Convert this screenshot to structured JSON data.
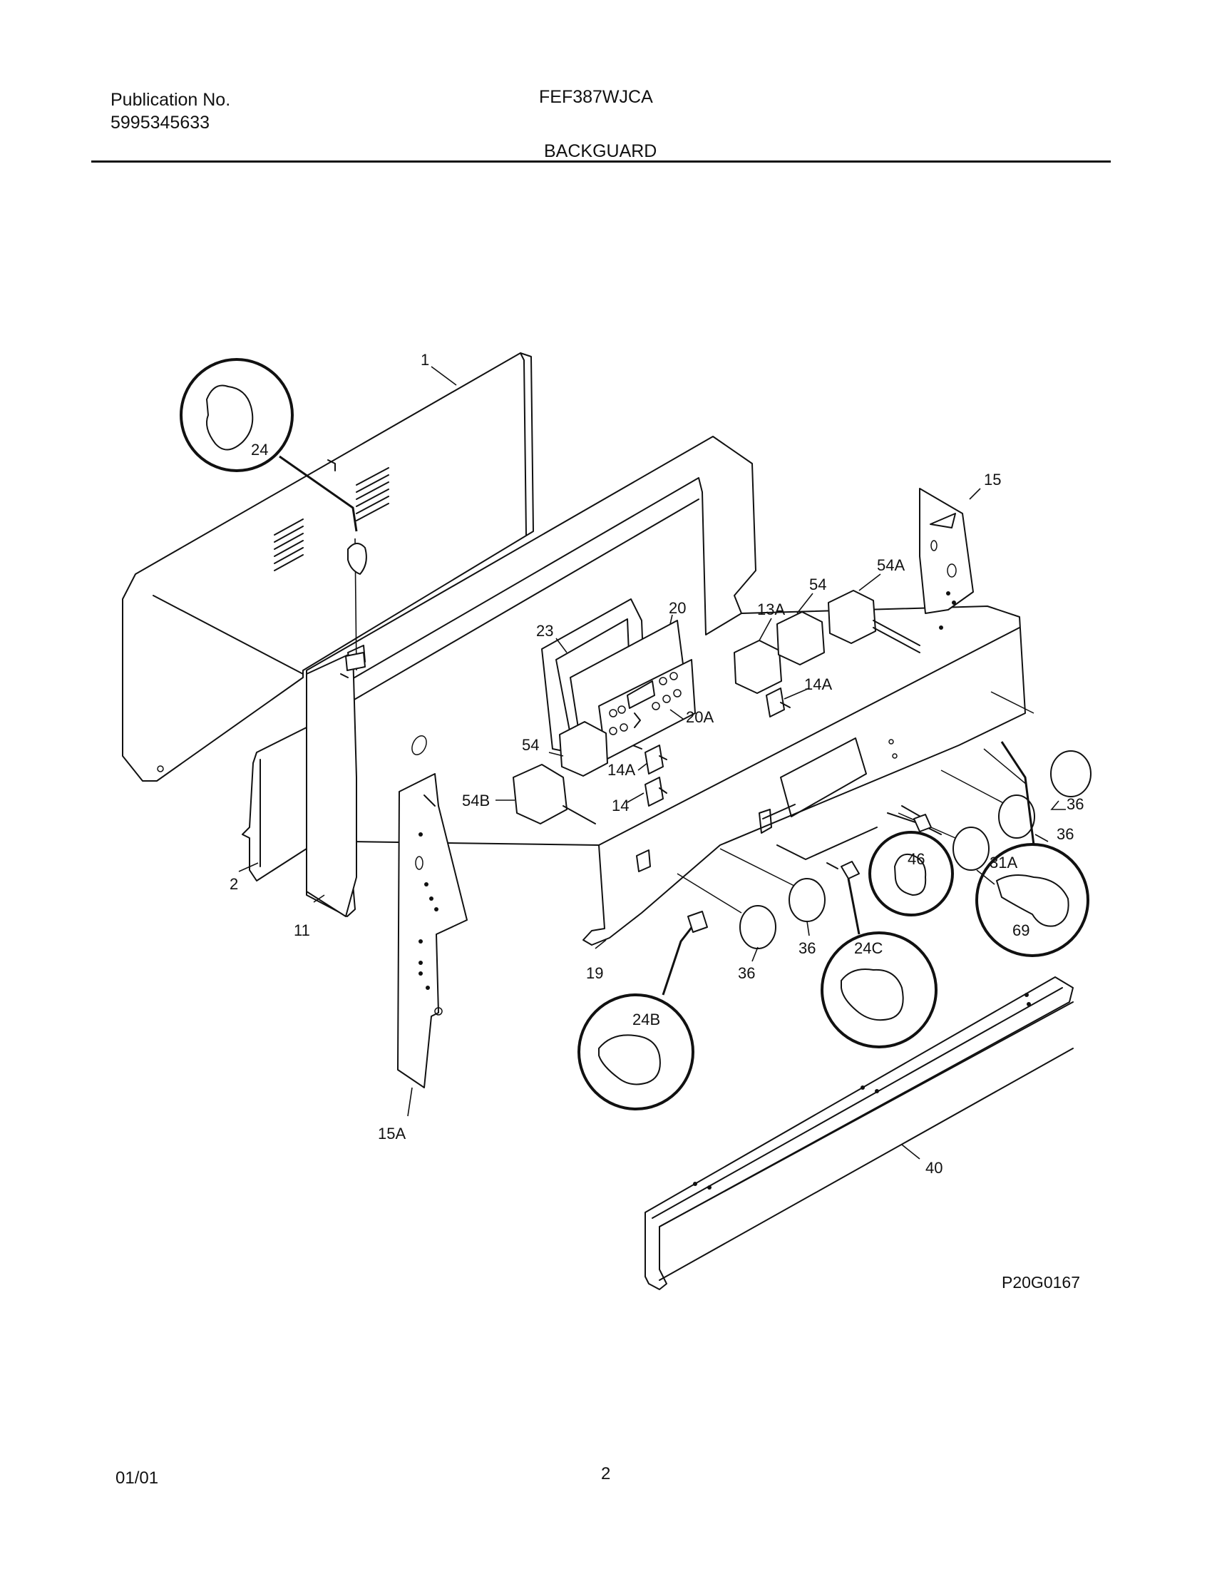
{
  "header": {
    "publication_label": "Publication No.",
    "publication_number": "5995345633",
    "model": "FEF387WJCA",
    "section_title": "BACKGUARD"
  },
  "diagram": {
    "figure_id": "P20G0167",
    "callouts": {
      "c1": "1",
      "c24": "24",
      "c15": "15",
      "c54A": "54A",
      "c54_top": "54",
      "c13A": "13A",
      "c20": "20",
      "c23": "23",
      "c14A_right": "14A",
      "c20A": "20A",
      "c54_mid": "54",
      "c14A_mid": "14A",
      "c54B": "54B",
      "c14": "14",
      "c36_a": "36",
      "c36_b": "36",
      "c31A": "31A",
      "c46": "46",
      "c69": "69",
      "c2": "2",
      "c11": "11",
      "c36_c": "36",
      "c24C": "24C",
      "c19": "19",
      "c36_d": "36",
      "c24B": "24B",
      "c15A": "15A",
      "c40": "40"
    }
  },
  "footer": {
    "date": "01/01",
    "page": "2"
  }
}
